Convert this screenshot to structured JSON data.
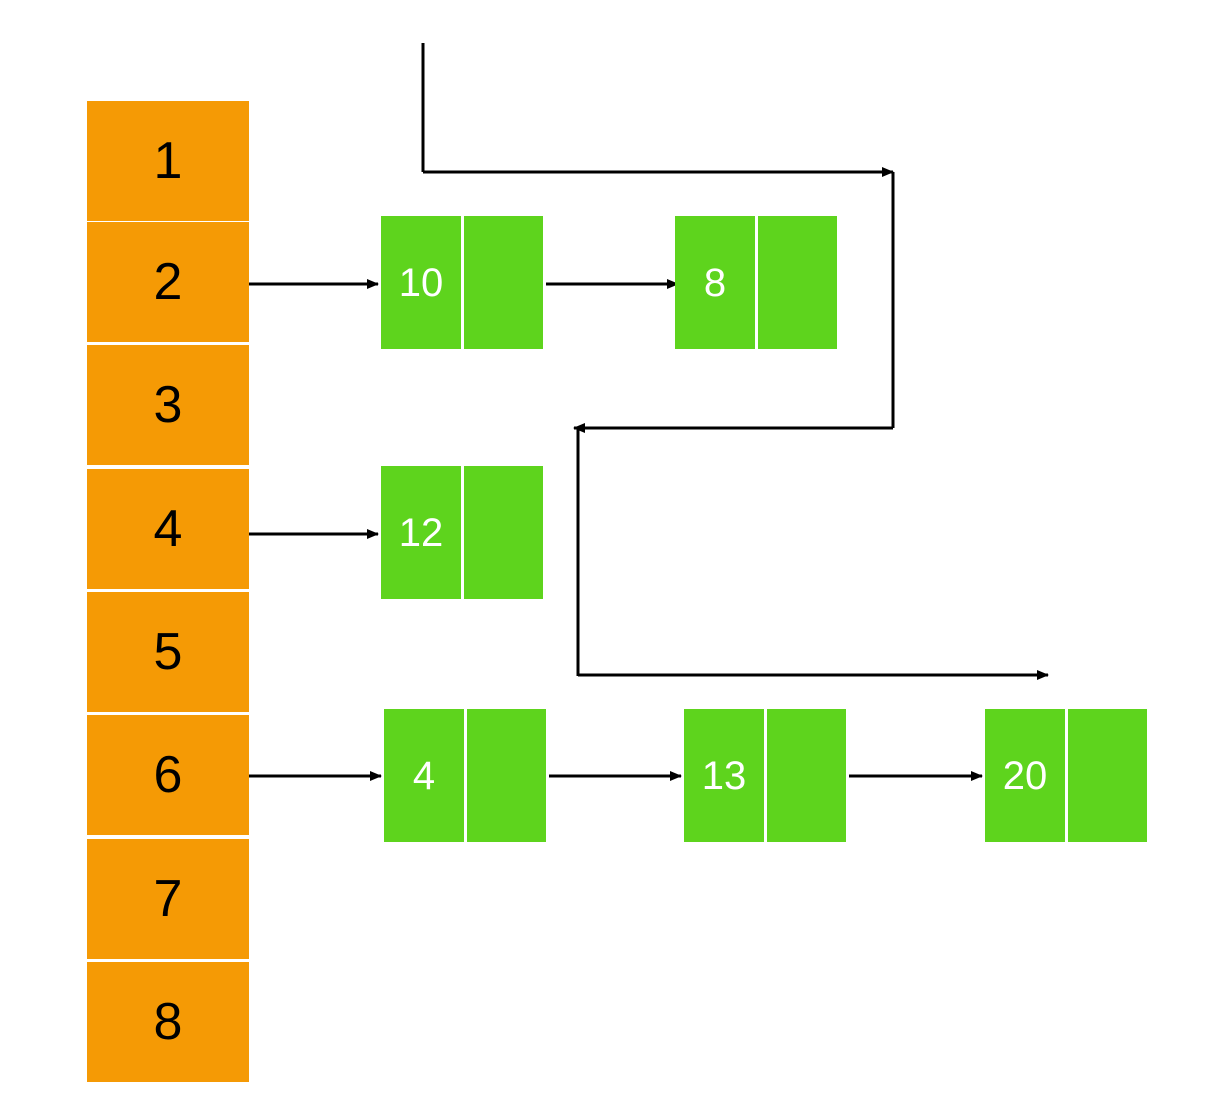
{
  "buckets": [
    "1",
    "2",
    "3",
    "4",
    "5",
    "6",
    "7",
    "8"
  ],
  "nodes": {
    "n10": "10",
    "n8": "8",
    "n12": "12",
    "n4": "4",
    "n13": "13",
    "n20": "20"
  },
  "colors": {
    "bucket_fill": "#F59A05",
    "node_fill": "#5ED41D",
    "node_divider": "#FFFFFF",
    "arrow": "#000000"
  }
}
